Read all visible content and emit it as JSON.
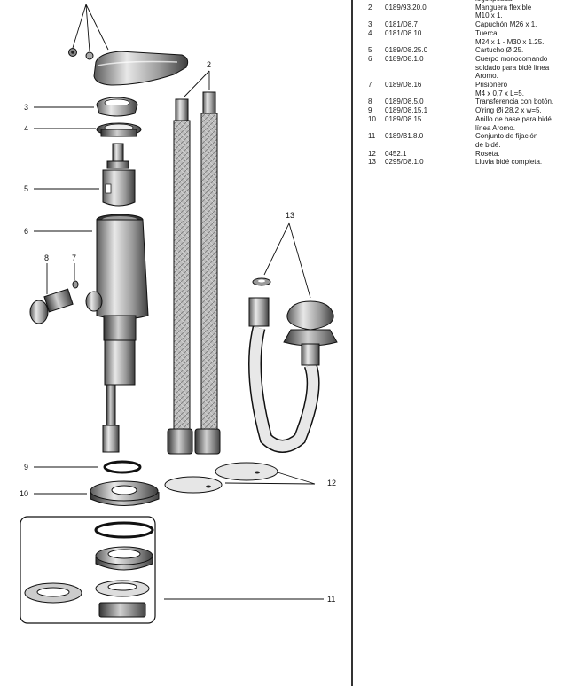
{
  "callouts": [
    "2",
    "3",
    "4",
    "5",
    "6",
    "7",
    "8",
    "9",
    "10",
    "11",
    "12",
    "13"
  ],
  "parts": [
    {
      "num": "",
      "code": "",
      "desc": [
        "logotipeada."
      ]
    },
    {
      "num": "2",
      "code": "0189/93.20.0",
      "desc": [
        "Manguera flexible",
        "M10 x 1."
      ]
    },
    {
      "num": "3",
      "code": "0181/D8.7",
      "desc": [
        "Capuchón M26 x 1."
      ]
    },
    {
      "num": "4",
      "code": "0181/D8.10",
      "desc": [
        "Tuerca",
        "M24 x 1 - M30 x 1.25."
      ]
    },
    {
      "num": "5",
      "code": "0189/D8.25.0",
      "desc": [
        "Cartucho Ø 25."
      ]
    },
    {
      "num": "6",
      "code": "0189/D8.1.0",
      "desc": [
        "Cuerpo monocomando",
        "soldado para bidé línea",
        "Aromo."
      ]
    },
    {
      "num": "7",
      "code": "0189/D8.16",
      "desc": [
        "Prisionero",
        "M4 x 0,7 x L=5."
      ]
    },
    {
      "num": "8",
      "code": "0189/D8.5.0",
      "desc": [
        "Transferencia con botón."
      ]
    },
    {
      "num": "9",
      "code": "0189/D8.15.1",
      "desc": [
        "O'ring Øi 28,2 x w=5."
      ]
    },
    {
      "num": "10",
      "code": "0189/D8.15",
      "desc": [
        "Anillo de base para bidé",
        "línea Aromo."
      ]
    },
    {
      "num": "11",
      "code": "0189/B1.8.0",
      "desc": [
        "Conjunto de fijación",
        "de bidé."
      ]
    },
    {
      "num": "12",
      "code": "0452.1",
      "desc": [
        "Roseta."
      ]
    },
    {
      "num": "13",
      "code": "0295/D8.1.0",
      "desc": [
        "Lluvia bidé completa."
      ]
    }
  ]
}
